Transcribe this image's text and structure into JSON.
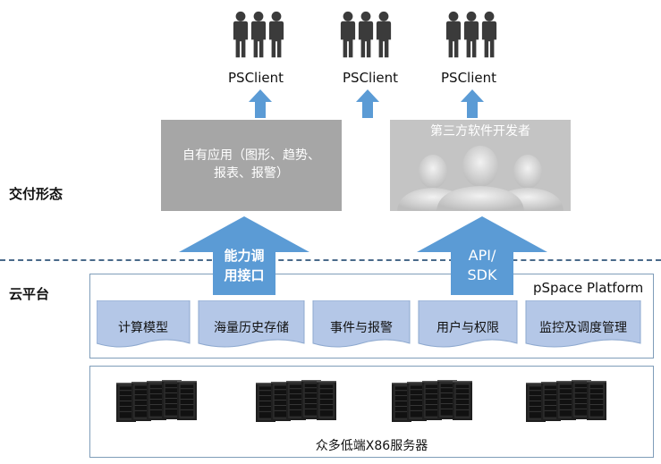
{
  "clients": [
    {
      "label": "PSClient"
    },
    {
      "label": "PSClient"
    },
    {
      "label": "PSClient"
    }
  ],
  "delivery": {
    "section_label": "交付形态",
    "app_box_line1": "自有应用（图形、趋势、",
    "app_box_line2": "报表、报警）",
    "dev_box_title": "第三方软件开发者"
  },
  "cloud": {
    "section_label": "云平台",
    "left_arrow_line1": "能力调",
    "left_arrow_line2": "用接口",
    "right_arrow_line1": "API/",
    "right_arrow_line2": "SDK",
    "platform_name": "pSpace Platform",
    "modules": [
      {
        "label": "计算模型"
      },
      {
        "label": "海量历史存储"
      },
      {
        "label": "事件与报警"
      },
      {
        "label": "用户与权限"
      },
      {
        "label": "监控及调度管理"
      }
    ]
  },
  "servers": {
    "caption": "众多低端X86服务器"
  },
  "colors": {
    "arrow_blue": "#5b9bd5",
    "module_fill": "#b4c7e7",
    "people_icon": "#3b3b3b",
    "dashed_line": "#4a6a8a"
  }
}
